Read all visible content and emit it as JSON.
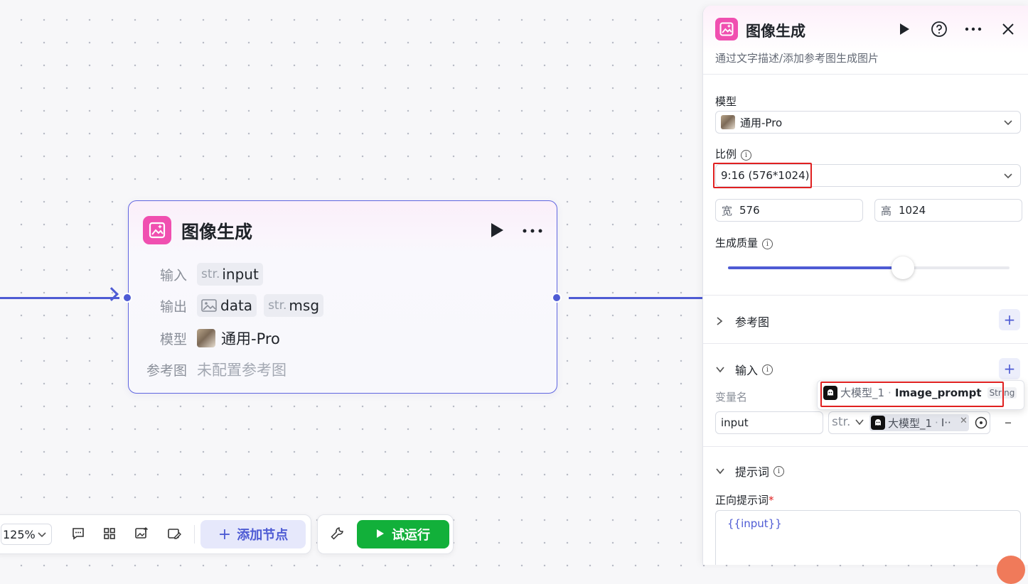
{
  "canvas": {
    "accent_color": "#4e5bd4",
    "node": {
      "title": "图像生成",
      "icon": "image-magic-icon",
      "input_label": "输入",
      "input_type": "str.",
      "input_name": "input",
      "output_label": "输出",
      "output_data_name": "data",
      "output_msg_type": "str.",
      "output_msg_name": "msg",
      "model_label": "模型",
      "model_value": "通用-Pro",
      "reference_label": "参考图",
      "reference_value": "未配置参考图"
    }
  },
  "toolbar": {
    "zoom": "125%",
    "add_node_label": "添加节点",
    "run_label": "试运行",
    "icons": [
      "comment-icon",
      "grid-layout-icon",
      "image-upload-icon",
      "note-edit-icon",
      "wrench-icon"
    ]
  },
  "panel": {
    "title": "图像生成",
    "description": "通过文字描述/添加参考图生成图片",
    "clipped_section_title": "模型设置",
    "model": {
      "label": "模型",
      "value": "通用-Pro"
    },
    "ratio": {
      "label": "比例",
      "value": "9:16 (576*1024)"
    },
    "width": {
      "key": "宽",
      "value": "576"
    },
    "height": {
      "key": "高",
      "value": "1024"
    },
    "quality": {
      "label": "生成质量",
      "level": 0.62
    },
    "reference_section": "参考图",
    "input_section": "输入",
    "variable_header": "变量名",
    "variable": {
      "name": "input",
      "type": "str.",
      "ref_node": "大模型_1",
      "ref_field_short": "I··"
    },
    "popup": {
      "node": "大模型_1",
      "field": "Image_prompt",
      "type": "String"
    },
    "prompt_section": "提示词",
    "positive_prompt_label": "正向提示词",
    "required_mark": "*",
    "positive_prompt_value": "{{input}}",
    "highlight_color": "#e02020"
  }
}
